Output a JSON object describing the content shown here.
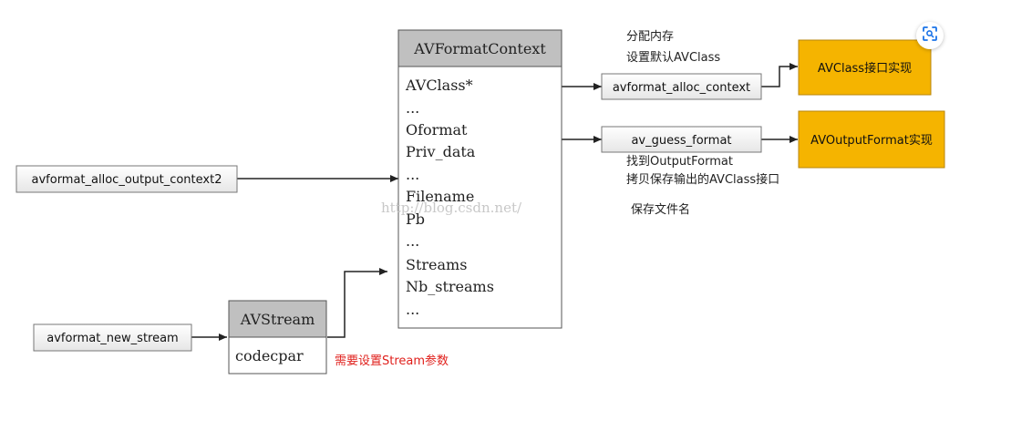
{
  "avformatcontext": {
    "title": "AVFormatContext",
    "fields": [
      "AVClass*",
      "...",
      "Oformat",
      "Priv_data",
      "...",
      "Filename",
      "Pb",
      "...",
      "Streams",
      "Nb_streams",
      "..."
    ]
  },
  "avstream": {
    "title": "AVStream",
    "fields": [
      "codecpar"
    ]
  },
  "functions": {
    "alloc_output_context2": "avformat_alloc_output_context2",
    "new_stream": "avformat_new_stream",
    "alloc_context": "avformat_alloc_context",
    "guess_format": "av_guess_format"
  },
  "implementations": {
    "avclass": "AVClass接口实现",
    "avoutputformat": "AVOutputFormat实现"
  },
  "annotations": {
    "alloc_line1": "分配内存",
    "alloc_line2": "设置默认AVClass",
    "guess_line1": "找到OutputFormat",
    "guess_line2": "拷贝保存输出的AVClass接口",
    "filename_note": "保存文件名",
    "stream_note": "需要设置Stream参数"
  },
  "watermark": "http://blog.csdn.net/",
  "colors": {
    "header_gray": "#c0c0c0",
    "impl_fill": "#f5b400",
    "impl_border": "#b8860b",
    "note_red": "#e0201c"
  },
  "icons": {
    "scan": "visual-search-icon"
  }
}
